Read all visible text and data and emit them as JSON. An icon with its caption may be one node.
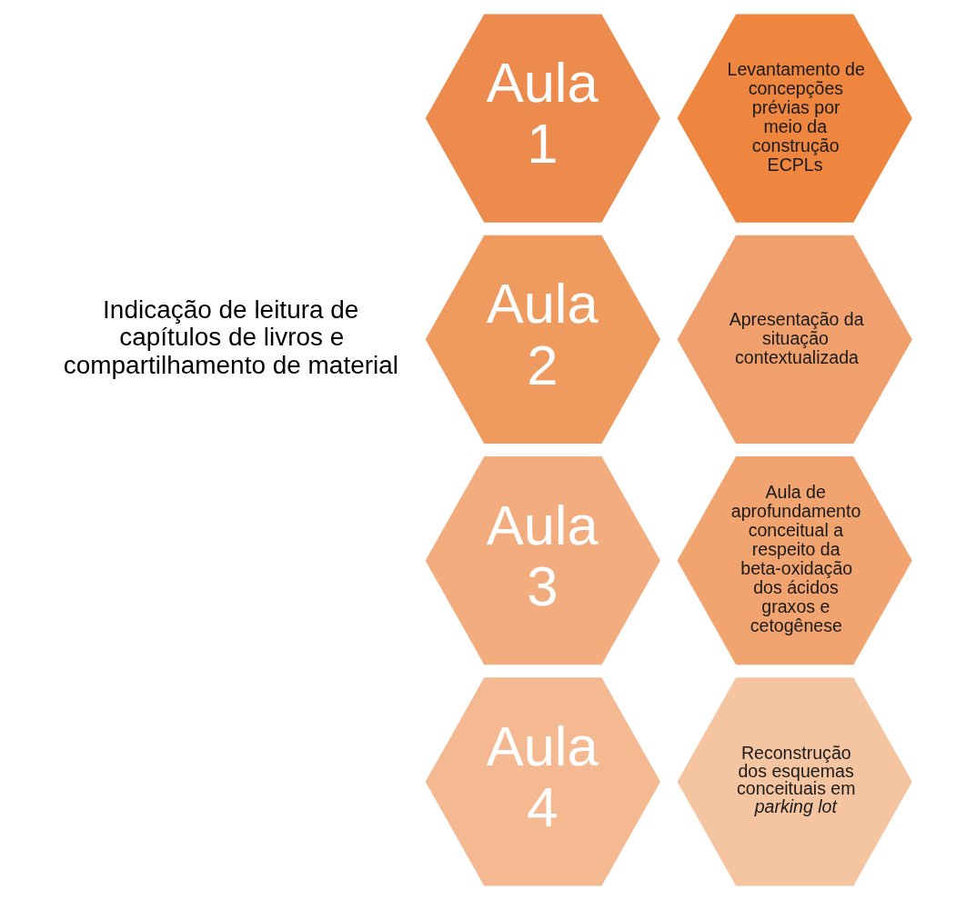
{
  "diagram": {
    "nodes": [
      {
        "text": [
          "Aula 1"
        ]
      },
      {
        "text": [
          "Levantamento de concepções prévias por meio da construção ECPLs"
        ]
      },
      {
        "text": [
          "Aula 2"
        ]
      },
      {
        "text": [
          "Apresentação da situação contextualizada"
        ]
      },
      {
        "text": [
          "Aula 3"
        ]
      },
      {
        "text": [
          "Aula de aprofundamento conceitual a respeito da beta-oxidação dos ácidos graxos e cetogênese"
        ]
      },
      {
        "text": [
          "Aula 4"
        ]
      },
      {
        "text": [
          "Reconstrução dos esquemas conceituais em *parking lot*"
        ]
      }
    ],
    "labels": [
      "Indicação de leitura de capítulos de livros e compartilhamento de material"
    ]
  }
}
